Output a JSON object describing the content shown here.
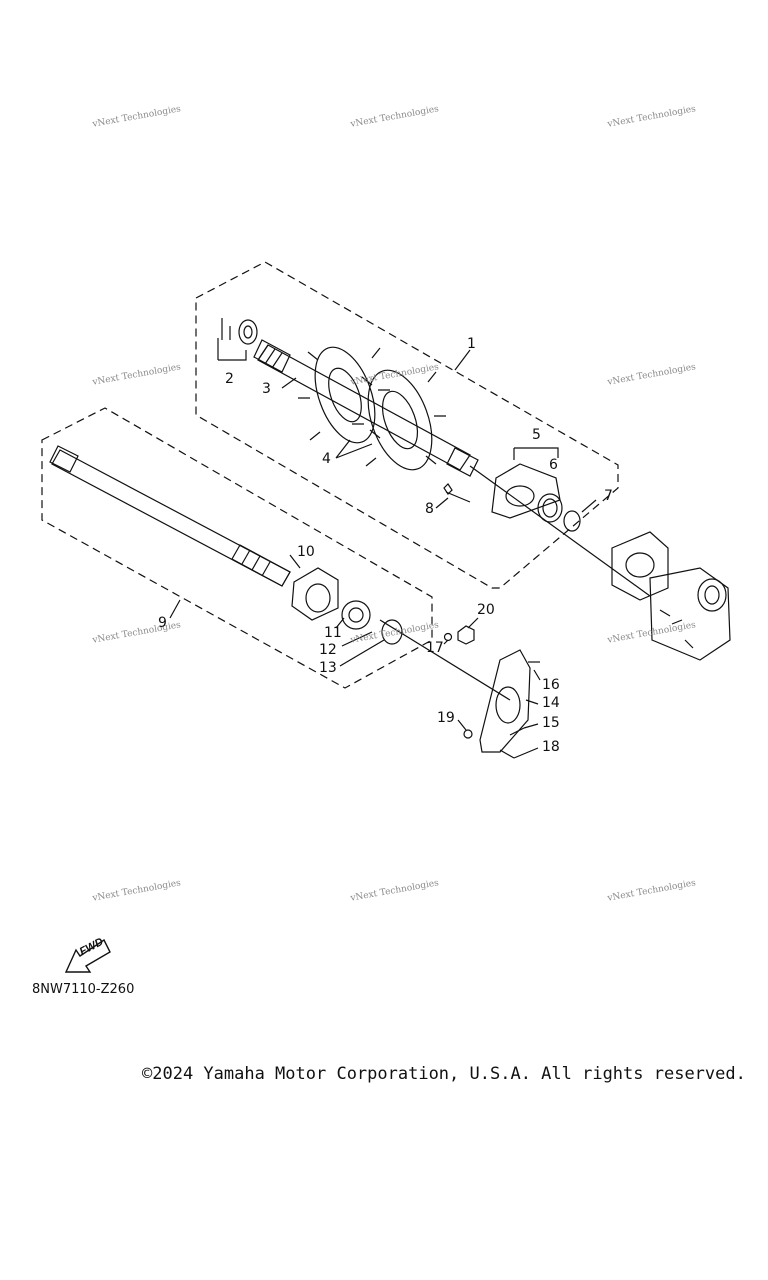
{
  "watermark": {
    "text": "vNext Technologies",
    "ghost": "Technologies"
  },
  "callouts": [
    "1",
    "2",
    "3",
    "4",
    "5",
    "6",
    "7",
    "8",
    "9",
    "10",
    "11",
    "12",
    "13",
    "14",
    "15",
    "16",
    "17",
    "18",
    "19",
    "20"
  ],
  "fwd_label": "FWD",
  "diagram_code": "8NW7110-Z260",
  "copyright": "©2024 Yamaha Motor Corporation, U.S.A. All rights reserved.",
  "colors": {
    "line": "#111111",
    "watermark": "#8a8a8a"
  }
}
